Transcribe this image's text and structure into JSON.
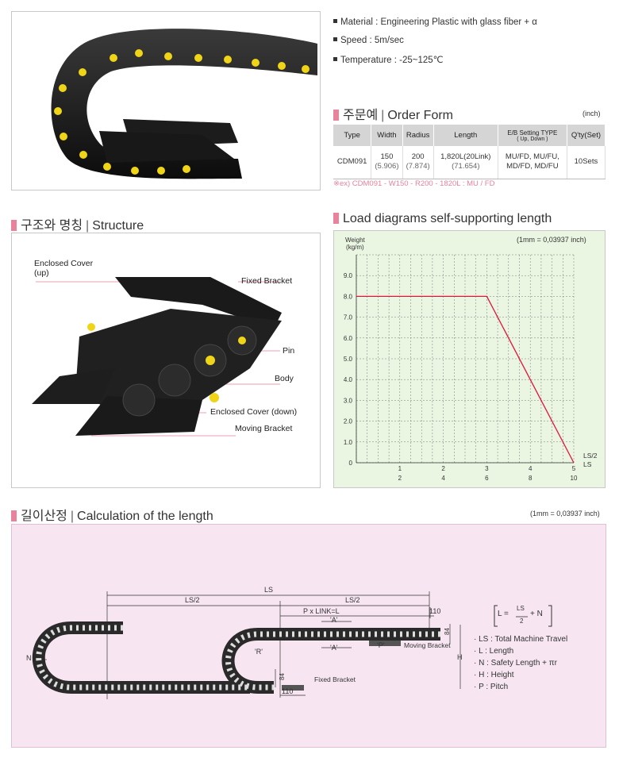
{
  "specs": [
    {
      "label": "Material",
      "value": "Engineering Plastic with glass fiber + α"
    },
    {
      "label": "Speed",
      "value": "5m/sec"
    },
    {
      "label": "Temperature",
      "value": "-25~125℃"
    }
  ],
  "order_form": {
    "title_kr": "주문예",
    "title_en": "Order Form",
    "unit": "(inch)",
    "headers": [
      "Type",
      "Width",
      "Radius",
      "Length",
      "E/B Setting TYPE",
      "Q'ty(Set)"
    ],
    "header_sub": "( Up, Down )",
    "row": {
      "type": "CDM091",
      "width": "150",
      "width_sub": "(5.906)",
      "radius": "200",
      "radius_sub": "(7.874)",
      "length": "1,820L(20Link)",
      "length_sub": "(71.654)",
      "eb1": "MU/FD, MU/FU,",
      "eb2": "MD/FD, MD/FU",
      "qty": "10Sets"
    },
    "example": "※ex) CDM091 - W150 - R200 - 1820L : MU / FD"
  },
  "structure": {
    "title_kr": "구조와 명칭",
    "title_en": "Structure",
    "labels": {
      "cover_up_1": "Enclosed Cover",
      "cover_up_2": "(up)",
      "fixed_bracket": "Fixed Bracket",
      "pin": "Pin",
      "body": "Body",
      "cover_down": "Enclosed Cover (down)",
      "moving_bracket": "Moving Bracket"
    }
  },
  "load": {
    "title": "Load diagrams self-supporting length",
    "unit_note": "(1mm = 0,03937 inch)",
    "ylabel1": "Weight",
    "ylabel2": "(kg/m)",
    "xlabel1": "LS/2",
    "xlabel2": "LS"
  },
  "chart_data": {
    "type": "line",
    "ylabel": "Weight (kg/m)",
    "xlabel": "LS/2 / LS",
    "ylim": [
      0,
      10
    ],
    "y_ticks": [
      "0",
      "1.0",
      "2.0",
      "3.0",
      "4.0",
      "5.0",
      "6.0",
      "7.0",
      "8.0",
      "9.0"
    ],
    "x_ticks_top": [
      "1",
      "2",
      "3",
      "4",
      "5"
    ],
    "x_ticks_bottom": [
      "2",
      "4",
      "6",
      "8",
      "10"
    ],
    "xlim": [
      0,
      5
    ],
    "grid": true,
    "series": [
      {
        "x": [
          0,
          3,
          5
        ],
        "y": [
          8.0,
          8.0,
          0
        ]
      }
    ],
    "colors": {
      "line": "#e0143c",
      "bg": "#eaf6e2",
      "grid": "#777777"
    }
  },
  "calc": {
    "title_kr": "길이산정",
    "title_en": "Calculation of the length",
    "unit_note": "(1mm = 0,03937 inch)",
    "dims": {
      "ls": "LS",
      "ls2a": "LS/2",
      "ls2b": "LS/2",
      "pxlink": "P x LINK=L",
      "d110a": "110",
      "d110b": "110",
      "d84a": "84",
      "d84b": "84",
      "a1": "'A'",
      "a2": "'A'",
      "r": "'R'",
      "p": "'P'",
      "n": "N",
      "h": "H",
      "moving": "Moving Bracket",
      "fixed": "Fixed Bracket"
    },
    "formula": {
      "l": "L =",
      "num": "LS",
      "den": "2",
      "plus": "+ N"
    },
    "legend": [
      "· LS : Total Machine Travel",
      "· L  : Length",
      "· N  : Safety Length + πr",
      "· H  : Height",
      "· P  : Pitch"
    ]
  }
}
